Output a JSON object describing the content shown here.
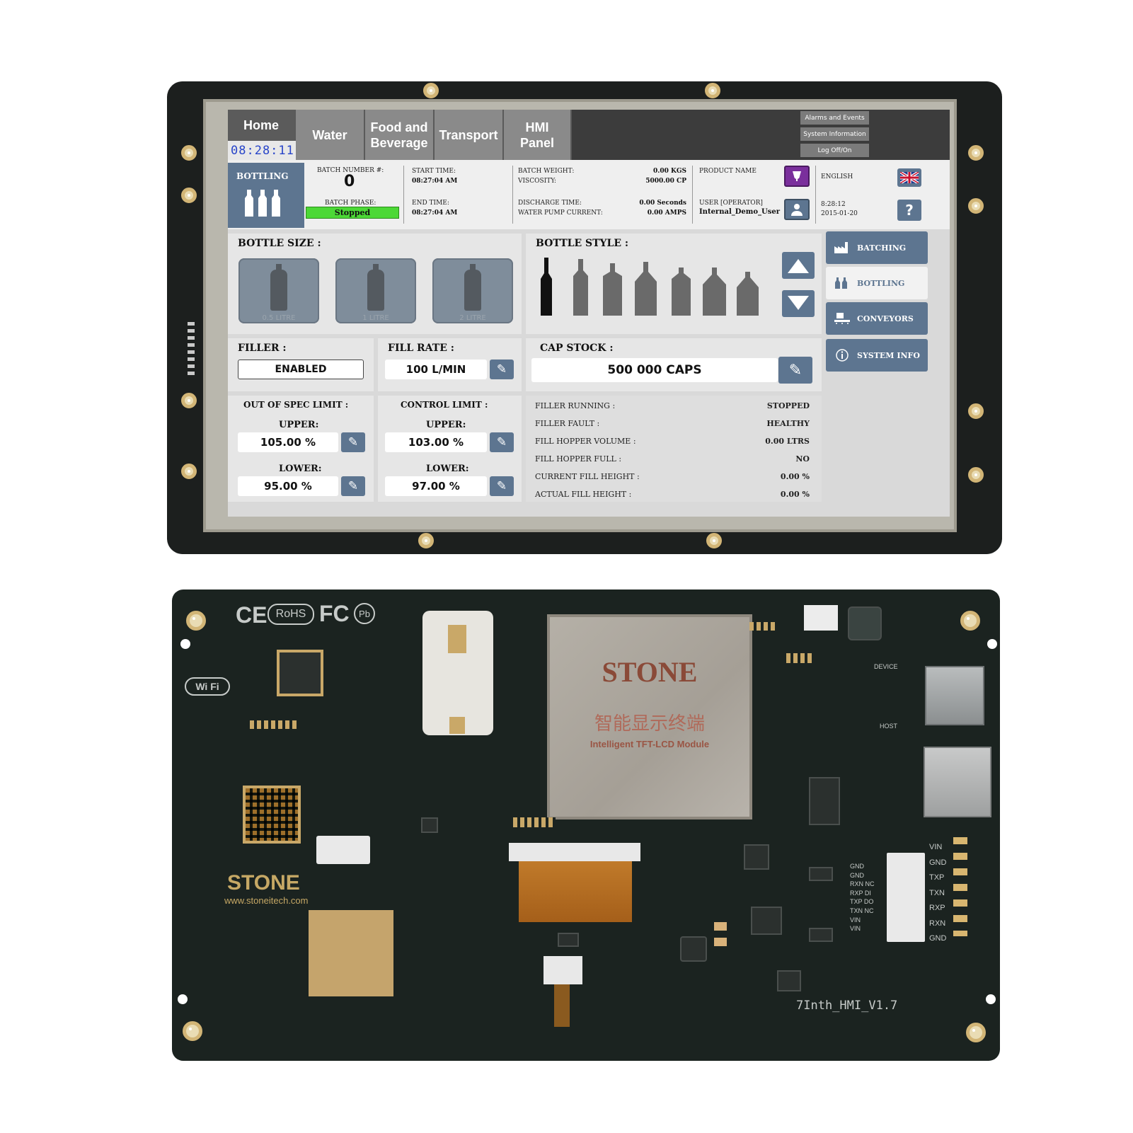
{
  "header": {
    "tabs": [
      {
        "label": "Home"
      },
      {
        "label": "Water"
      },
      {
        "label": "Food and\nBeverage"
      },
      {
        "label": "Transport"
      },
      {
        "label": "HMI\nPanel"
      }
    ],
    "clock": "08:28:11",
    "buttons": {
      "alarms": "Alarms and Events",
      "system_info": "System Information",
      "logoff": "Log Off/On"
    }
  },
  "info": {
    "bottling_label": "BOTTLING",
    "batch_number_label": "BATCH NUMBER #:",
    "batch_number": "0",
    "batch_phase_label": "BATCH PHASE:",
    "batch_phase": "Stopped",
    "start_time_label": "START TIME:",
    "start_time": "08:27:04 AM",
    "end_time_label": "END TIME:",
    "end_time": "08:27:04 AM",
    "batch_weight_label": "BATCH WEIGHT:",
    "batch_weight": "0.00 KGS",
    "viscosity_label": "VISCOSITY:",
    "viscosity": "5000.00  CP",
    "discharge_time_label": "DISCHARGE TIME:",
    "discharge_time": "0.00 Seconds",
    "water_pump_label": "WATER PUMP CURRENT:",
    "water_pump": "0.00  AMPS",
    "product_name_label": "PRODUCT NAME",
    "user_label": "USER [OPERATOR]",
    "user_value": "Internal_Demo_User",
    "language": "ENGLISH",
    "time": "8:28:12",
    "date": "2015-01-20",
    "help": "?"
  },
  "bottle_size": {
    "title": "BOTTLE SIZE :",
    "options": [
      "0.5 LITRE",
      "1 LITRE",
      "2 LITRE"
    ]
  },
  "bottle_style": {
    "title": "BOTTLE STYLE :"
  },
  "filler": {
    "title": "FILLER :",
    "value": "ENABLED"
  },
  "fill_rate": {
    "title": "FILL RATE :",
    "value": "100 L/MIN"
  },
  "cap_stock": {
    "title": "CAP STOCK :",
    "value": "500 000 CAPS"
  },
  "out_of_spec": {
    "title": "OUT OF SPEC LIMIT :",
    "upper_label": "UPPER:",
    "upper": "105.00   %",
    "lower_label": "LOWER:",
    "lower": "95.00   %"
  },
  "control_limit": {
    "title": "CONTROL LIMIT :",
    "upper_label": "UPPER:",
    "upper": "103.00   %",
    "lower_label": "LOWER:",
    "lower": "97.00   %"
  },
  "status": [
    {
      "label": "FILLER RUNNING :",
      "value": "STOPPED"
    },
    {
      "label": "FILLER FAULT :",
      "value": "HEALTHY"
    },
    {
      "label": "FILL HOPPER VOLUME :",
      "value": "0.00  LTRS"
    },
    {
      "label": "FILL HOPPER FULL :",
      "value": "NO"
    },
    {
      "label": "CURRENT FILL HEIGHT :",
      "value": "0.00   %"
    },
    {
      "label": "ACTUAL FILL HEIGHT :",
      "value": "0.00   %"
    }
  ],
  "sidebar": [
    {
      "label": "BATCHING"
    },
    {
      "label": "BOTTLING"
    },
    {
      "label": "CONVEYORS"
    },
    {
      "label": "SYSTEM INFO"
    }
  ],
  "pcb": {
    "cert_ce": "CE",
    "cert_rohs": "RoHS",
    "cert_fc": "FC",
    "cert_pb": "Pb",
    "wifi": "Wi Fi",
    "brand": "STONE",
    "website": "www.stoneitech.com",
    "shield_brand": "STONE",
    "shield_cn": "智能显示终端",
    "shield_sub": "Intelligent TFT-LCD Module",
    "device_label": "DEVICE",
    "host_label": "HOST",
    "model": "7Inth_HMI_V1.7",
    "pins_right": [
      "VIN",
      "GND",
      "TXP",
      "TXN",
      "RXP",
      "RXN",
      "GND"
    ],
    "pins_left": [
      "GND",
      "GND",
      "RXN NC",
      "RXP DI",
      "TXP DO",
      "TXN NC",
      "VIN",
      "VIN"
    ]
  },
  "colors": {
    "accent": "#5d7590",
    "batch_phase": "#4cd836",
    "clock": "#2845c9",
    "pcb": "#1b2320",
    "brand": "#c6a865"
  }
}
